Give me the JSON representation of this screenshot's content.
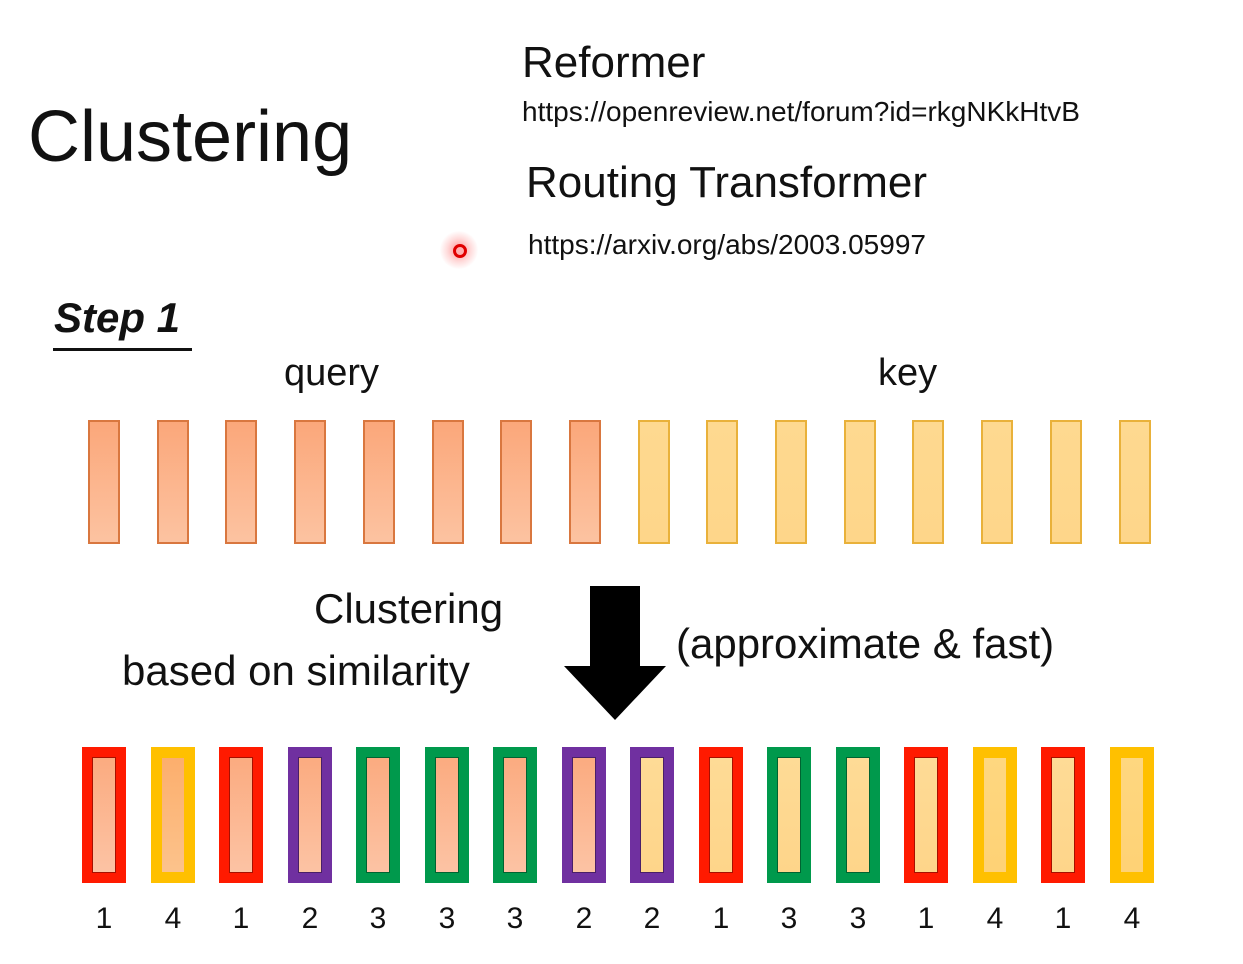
{
  "slide": {
    "title": "Clustering",
    "references": [
      {
        "name": "Reformer",
        "url": "https://openreview.net/forum?id=rkgNKkHtvB"
      },
      {
        "name": "Routing Transformer",
        "url": "https://arxiv.org/abs/2003.05997"
      }
    ],
    "step_label": "Step 1",
    "query_label": "query",
    "key_label": "key",
    "query_count": 8,
    "key_count": 8,
    "process_text_line1": "Clustering",
    "process_text_line2": "based on similarity",
    "process_note": "(approximate & fast)",
    "cluster_colors": {
      "1": "#ff1a00",
      "2": "#7030a0",
      "3": "#00994c",
      "4": "#ffc000"
    },
    "token_colors": {
      "query_fill": "#fbb48d",
      "query_border": "#d9773f",
      "key_fill": "#fed98e",
      "key_border": "#e9b13a"
    },
    "clustered_tokens": [
      {
        "type": "query",
        "cluster": "1"
      },
      {
        "type": "query",
        "cluster": "4"
      },
      {
        "type": "query",
        "cluster": "1"
      },
      {
        "type": "query",
        "cluster": "2"
      },
      {
        "type": "query",
        "cluster": "3"
      },
      {
        "type": "query",
        "cluster": "3"
      },
      {
        "type": "query",
        "cluster": "3"
      },
      {
        "type": "query",
        "cluster": "2"
      },
      {
        "type": "key",
        "cluster": "2"
      },
      {
        "type": "key",
        "cluster": "1"
      },
      {
        "type": "key",
        "cluster": "3"
      },
      {
        "type": "key",
        "cluster": "3"
      },
      {
        "type": "key",
        "cluster": "1"
      },
      {
        "type": "key",
        "cluster": "4"
      },
      {
        "type": "key",
        "cluster": "1"
      },
      {
        "type": "key",
        "cluster": "4"
      }
    ]
  }
}
